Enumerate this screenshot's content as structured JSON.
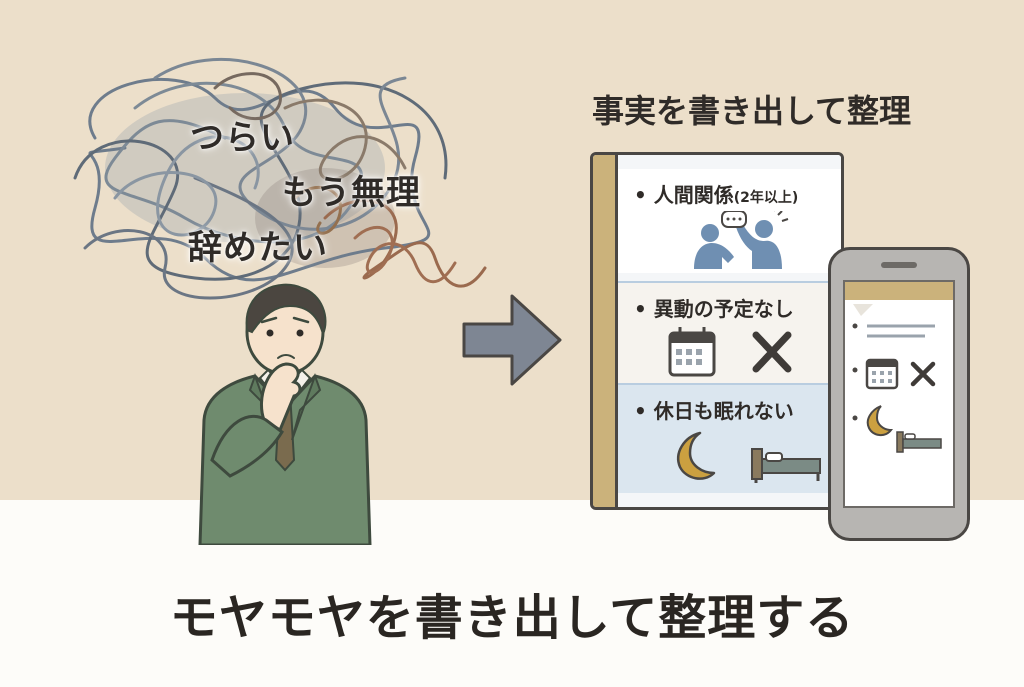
{
  "thoughts": {
    "line1": "つらい",
    "line2": "もう無理",
    "line3": "辞めたい"
  },
  "notebook": {
    "heading": "事実を書き出して整理",
    "items": [
      {
        "label": "• 人間関係",
        "note": "(2年以上)",
        "icon": "people-arguing-icon"
      },
      {
        "label": "• 異動の予定なし",
        "icon": "calendar-cross-icon"
      },
      {
        "label": "• 休日も眠れない",
        "icon": "moon-bed-icon"
      }
    ]
  },
  "caption": "モヤモヤを書き出して整理する",
  "colors": {
    "background_top": "#ecdfca",
    "background_bottom": "#fdfcf9",
    "suit": "#6f8b6e",
    "arrow": "#7e8693",
    "notebook_spine": "#cbb27b",
    "people_blue": "#6f8fb2",
    "moon": "#cba040",
    "bed": "#7b8b85"
  }
}
